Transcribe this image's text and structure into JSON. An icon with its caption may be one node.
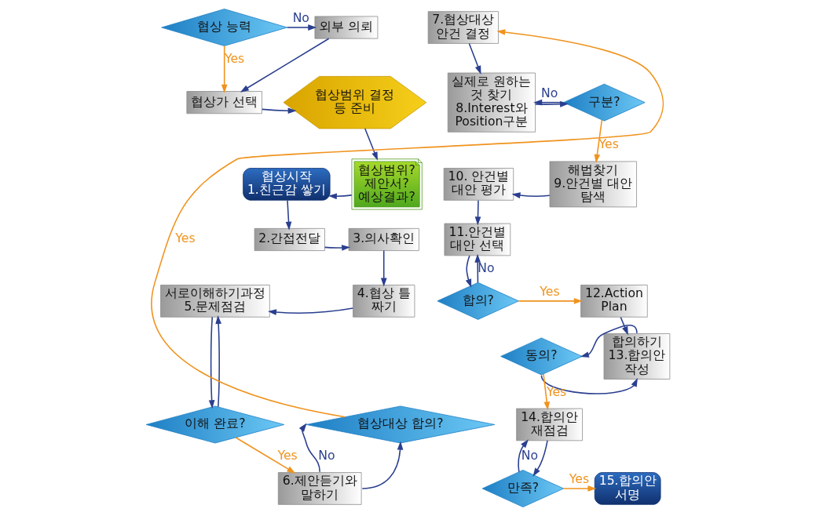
{
  "diagram": {
    "nodes": [
      {
        "text": [
          "협상 능력"
        ]
      },
      {
        "text": [
          "외부 의뢰"
        ]
      },
      {
        "text": [
          "협상가 선택"
        ]
      },
      {
        "text": [
          "협상범위 결정 등 준비"
        ]
      },
      {
        "text": [
          "협상범위? 제안서? 예상결과?"
        ]
      },
      {
        "text": [
          "협상시작",
          "1.친근감 쌓기"
        ]
      },
      {
        "text": [
          "2.간접전달"
        ]
      },
      {
        "text": [
          "3.의사확인"
        ]
      },
      {
        "text": [
          "4.협상 틀 짜기"
        ]
      },
      {
        "text": [
          "서로이해하기과정",
          "5.문제점검"
        ]
      },
      {
        "text": [
          "이해 완료?"
        ]
      },
      {
        "text": [
          "6.제안듣기와 말하기"
        ]
      },
      {
        "text": [
          "협상대상 합의?"
        ]
      },
      {
        "text": [
          "7.협상대상 안건 결정"
        ]
      },
      {
        "text": [
          "실제로 원하는 것 찾기",
          "8.Interest와 Position구분"
        ]
      },
      {
        "text": [
          "구분?"
        ]
      },
      {
        "text": [
          "해법찾기",
          "9.안건별 대안 탐색"
        ]
      },
      {
        "text": [
          "10. 안건별 대안 평가"
        ]
      },
      {
        "text": [
          "11.안건별 대안 선택"
        ]
      },
      {
        "text": [
          "합의?"
        ]
      },
      {
        "text": [
          "12.Action Plan"
        ]
      },
      {
        "text": [
          "동의?"
        ]
      },
      {
        "text": [
          "합의하기",
          "13.합의안 작성"
        ]
      },
      {
        "text": [
          "14.합의안 재점검"
        ]
      },
      {
        "text": [
          "만족?"
        ]
      },
      {
        "text": [
          "15.합의안 서명"
        ]
      }
    ],
    "edges": [
      {
        "from": 0,
        "to": 1,
        "arrow": "to",
        "label": "No"
      },
      {
        "from": 0,
        "to": 2,
        "arrow": "to",
        "label": "Yes",
        "color": "#f0931e"
      },
      {
        "from": 1,
        "to": 2,
        "arrow": "to"
      },
      {
        "from": 2,
        "to": 3,
        "arrow": "to"
      },
      {
        "from": 3,
        "to": 4,
        "arrow": "to"
      },
      {
        "from": 4,
        "to": 5,
        "arrow": "to"
      },
      {
        "from": 5,
        "to": 6,
        "arrow": "to"
      },
      {
        "from": 6,
        "to": 7,
        "arrow": "to"
      },
      {
        "from": 7,
        "to": 8,
        "arrow": "to"
      },
      {
        "from": 8,
        "to": 9,
        "arrow": "to"
      },
      {
        "from": 9,
        "to": 10,
        "arrow": "to"
      },
      {
        "from": 10,
        "to": 9,
        "arrow": "to"
      },
      {
        "from": 10,
        "to": 11,
        "arrow": "to",
        "label": "Yes",
        "color": "#f0931e"
      },
      {
        "from": 11,
        "to": 12,
        "arrow": "to"
      },
      {
        "from": 11,
        "to": 12,
        "arrow": "to",
        "label": "No"
      },
      {
        "from": 12,
        "to": 13,
        "arrow": "to",
        "label": "Yes",
        "color": "#f0931e"
      },
      {
        "from": 13,
        "to": 14,
        "arrow": "to"
      },
      {
        "from": 14,
        "to": 15,
        "arrow": "to"
      },
      {
        "from": 15,
        "to": 14,
        "arrow": "to",
        "label": "No"
      },
      {
        "from": 15,
        "to": 16,
        "arrow": "to",
        "label": "Yes",
        "color": "#f0931e"
      },
      {
        "from": 16,
        "to": 17,
        "arrow": "to"
      },
      {
        "from": 17,
        "to": 18,
        "arrow": "to"
      },
      {
        "from": 18,
        "to": 19,
        "arrow": "to"
      },
      {
        "from": 19,
        "to": 18,
        "arrow": "to",
        "label": "No"
      },
      {
        "from": 19,
        "to": 20,
        "arrow": "to",
        "label": "Yes",
        "color": "#f0931e"
      },
      {
        "from": 20,
        "to": 22,
        "arrow": "to"
      },
      {
        "from": 22,
        "to": 21,
        "arrow": "to"
      },
      {
        "from": 21,
        "to": 22,
        "arrow": "to"
      },
      {
        "from": 21,
        "to": 23,
        "arrow": "to",
        "label": "Yes",
        "color": "#f0931e"
      },
      {
        "from": 23,
        "to": 24,
        "arrow": "to"
      },
      {
        "from": 24,
        "to": 23,
        "arrow": "to",
        "label": "No"
      },
      {
        "from": 24,
        "to": 25,
        "arrow": "to",
        "label": "Yes",
        "color": "#f0931e"
      }
    ]
  }
}
